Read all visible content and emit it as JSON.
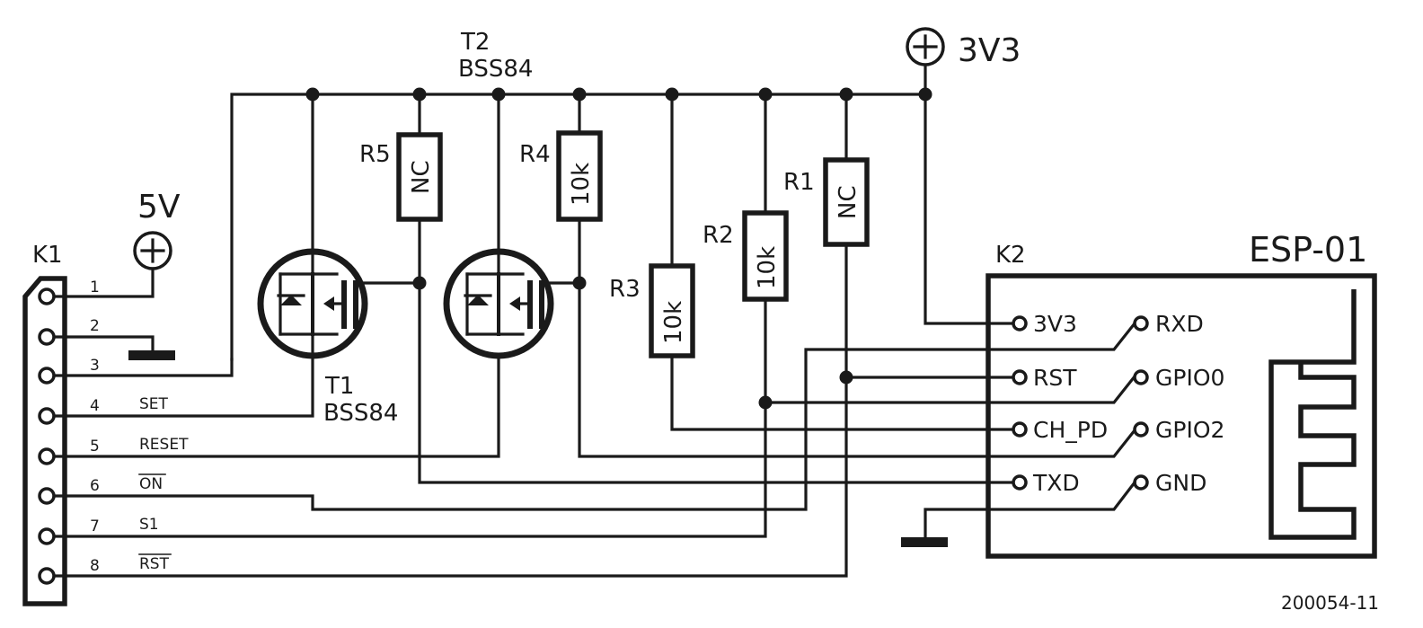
{
  "power": {
    "v5": "5V",
    "v3v3": "3V3"
  },
  "connectors": {
    "k1": {
      "ref": "K1",
      "pins": [
        {
          "num": "1",
          "signal": ""
        },
        {
          "num": "2",
          "signal": ""
        },
        {
          "num": "3",
          "signal": ""
        },
        {
          "num": "4",
          "signal": "SET"
        },
        {
          "num": "5",
          "signal": "RESET"
        },
        {
          "num": "6",
          "signal": "ON"
        },
        {
          "num": "7",
          "signal": "S1"
        },
        {
          "num": "8",
          "signal": "RST"
        }
      ]
    },
    "k2": {
      "ref": "K2",
      "module": "ESP-01",
      "left_pins": [
        "3V3",
        "RST",
        "CH_PD",
        "TXD"
      ],
      "right_pins": [
        "RXD",
        "GPIO0",
        "GPIO2",
        "GND"
      ]
    }
  },
  "transistors": {
    "t1": {
      "ref": "T1",
      "part": "BSS84"
    },
    "t2": {
      "ref": "T2",
      "part": "BSS84"
    }
  },
  "resistors": {
    "r1": {
      "ref": "R1",
      "value": "NC"
    },
    "r2": {
      "ref": "R2",
      "value": "10k"
    },
    "r3": {
      "ref": "R3",
      "value": "10k"
    },
    "r4": {
      "ref": "R4",
      "value": "10k"
    },
    "r5": {
      "ref": "R5",
      "value": "NC"
    }
  },
  "figure_code": "200054-11"
}
